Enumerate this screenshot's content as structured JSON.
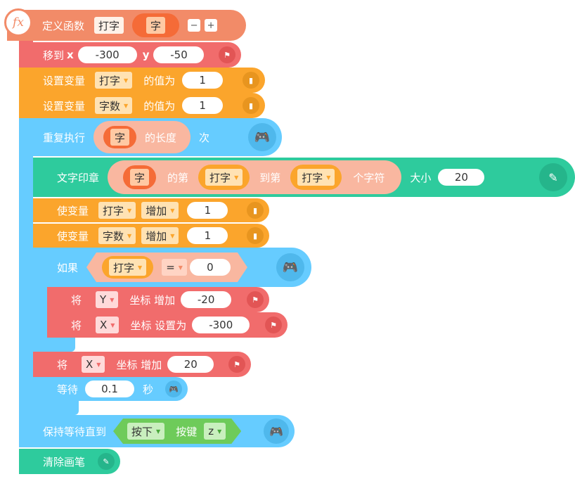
{
  "blocks": {
    "define": {
      "label": "定义函数",
      "name": "打字",
      "param": "字",
      "minus": "−",
      "plus": "+",
      "fx": "fx"
    },
    "moveto": {
      "label": "移到",
      "x_label": "x",
      "x_value": "-300",
      "y_label": "y",
      "y_value": "-50"
    },
    "set1": {
      "label": "设置变量",
      "var": "打字",
      "mid": "的值为",
      "value": "1"
    },
    "set2": {
      "label": "设置变量",
      "var": "字数",
      "mid": "的值为",
      "value": "1"
    },
    "repeat": {
      "label": "重复执行",
      "arg": "字",
      "len_label": "的长度",
      "times": "次"
    },
    "stamp": {
      "label": "文字印章",
      "arg": "字",
      "from_label": "的第",
      "from_var": "打字",
      "to_label": "到第",
      "to_var": "打字",
      "chars_label": "个字符",
      "size_label": "大小",
      "size_value": "20"
    },
    "change1": {
      "label": "使变量",
      "var": "打字",
      "op": "增加",
      "value": "1"
    },
    "change2": {
      "label": "使变量",
      "var": "字数",
      "op": "增加",
      "value": "1"
    },
    "if": {
      "label": "如果",
      "var": "打字",
      "op": "=",
      "value": "0"
    },
    "sety": {
      "label": "将",
      "axis": "Y",
      "action": "坐标 增加",
      "value": "-20"
    },
    "setx": {
      "label": "将",
      "axis": "X",
      "action": "坐标 设置为",
      "value": "-300"
    },
    "changex": {
      "label": "将",
      "axis": "X",
      "action": "坐标 增加",
      "value": "20"
    },
    "wait": {
      "label": "等待",
      "value": "0.1",
      "unit": "秒"
    },
    "waituntil": {
      "label": "保持等待直到",
      "event": "按下",
      "key_label": "按键",
      "key": "z"
    },
    "clear": {
      "label": "清除画笔"
    }
  },
  "colors": {
    "motion": "#f16c6c",
    "variable": "#fba52c",
    "control": "#66ccff",
    "pen": "#2ecb9d",
    "function": "#f28b68",
    "sensing": "#6ecb5a"
  }
}
